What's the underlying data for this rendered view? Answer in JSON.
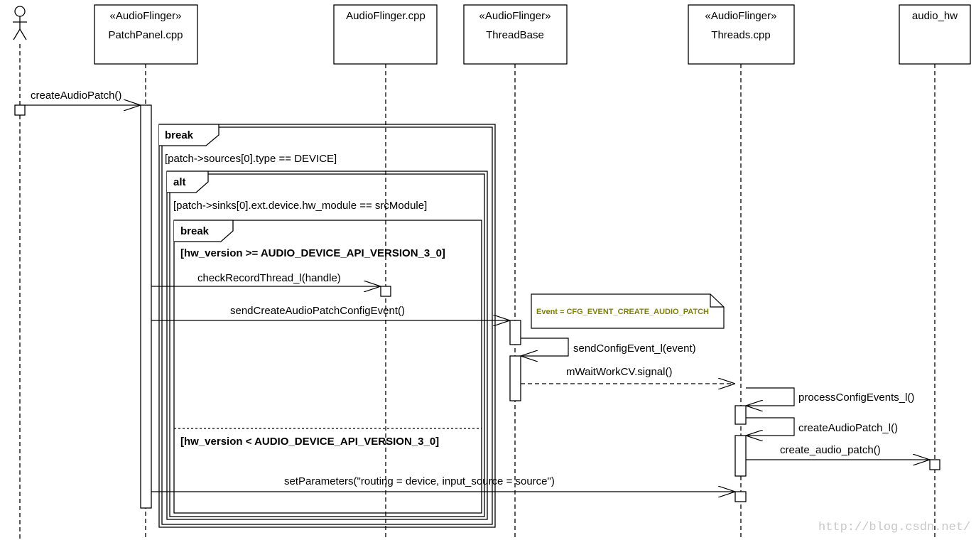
{
  "actor": {
    "name": ""
  },
  "participants": [
    {
      "stereotype": "«AudioFlinger»",
      "name": "PatchPanel.cpp"
    },
    {
      "stereotype": "",
      "name": "AudioFlinger.cpp"
    },
    {
      "stereotype": "«AudioFlinger»",
      "name": "ThreadBase"
    },
    {
      "stereotype": "«AudioFlinger»",
      "name": "Threads.cpp"
    },
    {
      "stereotype": "",
      "name": "audio_hw"
    }
  ],
  "fragments": {
    "break_outer": {
      "operator": "break",
      "guard": "[patch->sources[0].type == DEVICE]"
    },
    "alt": {
      "operator": "alt",
      "guard": "[patch->sinks[0].ext.device.hw_module == srcModule]"
    },
    "break_inner": {
      "operator": "break",
      "guard": "[hw_version >= AUDIO_DEVICE_API_VERSION_3_0]",
      "else_guard": "[hw_version < AUDIO_DEVICE_API_VERSION_3_0]"
    }
  },
  "messages": {
    "create_audio_patch": "createAudioPatch()",
    "check_record_thread": "checkRecordThread_l(handle)",
    "send_create_audio_patch_config_event": "sendCreateAudioPatchConfigEvent()",
    "send_config_event": "sendConfigEvent_l(event)",
    "wait_work_cv_signal": "mWaitWorkCV.signal()",
    "process_config_events": "processConfigEvents_l()",
    "create_audio_patch_l": "createAudioPatch_l()",
    "create_audio_patch_hw": "create_audio_patch()",
    "set_parameters": "setParameters(\"routing = device, input_source = source\")"
  },
  "note": {
    "text": "Event = CFG_EVENT_CREATE_AUDIO_PATCH"
  },
  "watermark": "http://blog.csdn.net/",
  "colors": {
    "line": "#000000",
    "note_text": "#808000",
    "watermark": "#c8c8c8",
    "background": "#ffffff"
  }
}
